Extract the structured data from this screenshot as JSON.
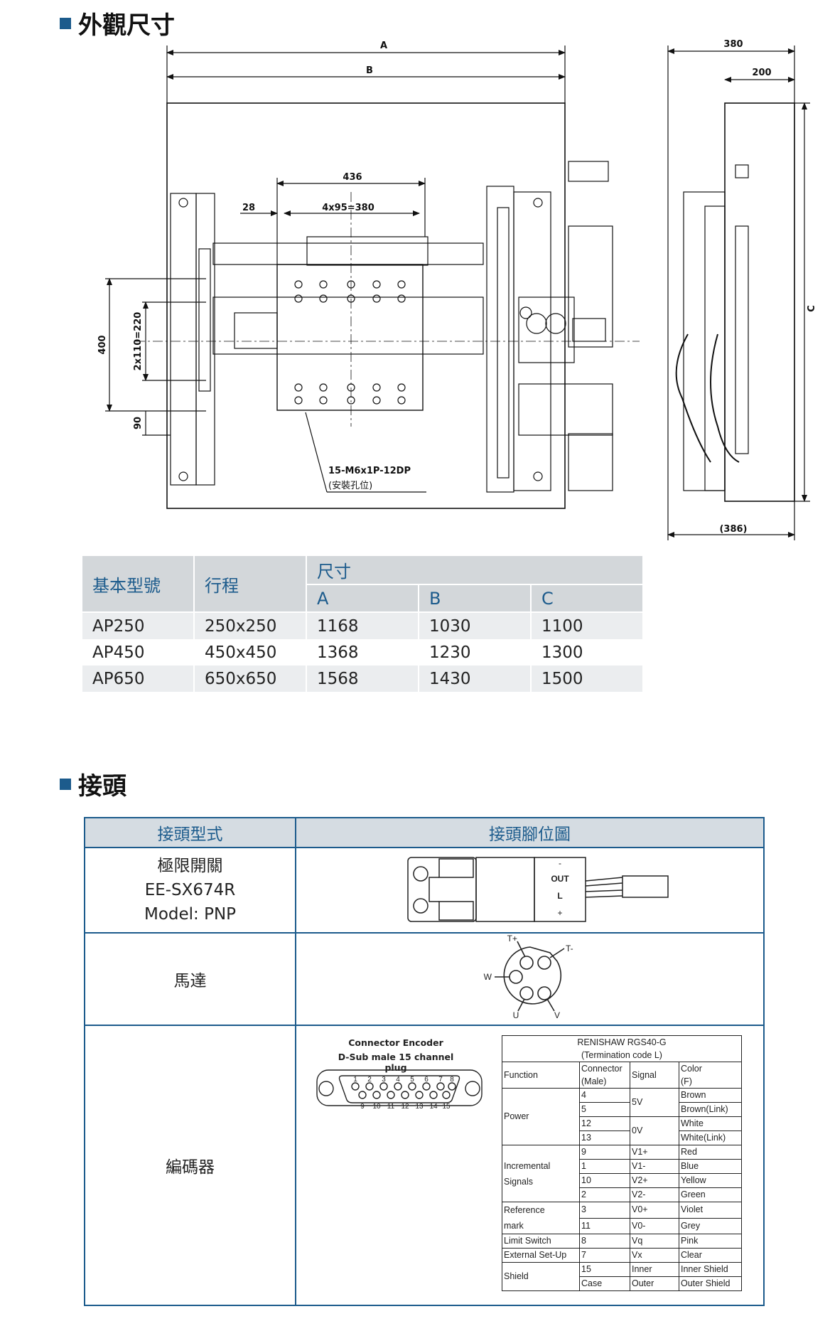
{
  "sections": {
    "dimensions_title": "外觀尺寸",
    "connector_title": "接頭"
  },
  "drawing": {
    "dim_A": "A",
    "dim_B": "B",
    "dim_C": "C",
    "dim_380": "380",
    "dim_200": "200",
    "dim_386": "(386)",
    "dim_436": "436",
    "dim_28": "28",
    "dim_4x95": "4x95=380",
    "dim_400": "400",
    "dim_2x110": "2x110=220",
    "dim_90": "90",
    "hole_spec": "15-M6x1P-12DP",
    "hole_note": "(安裝孔位)"
  },
  "dimension_table": {
    "col_model": "基本型號",
    "col_stroke": "行程",
    "col_size": "尺寸",
    "col_a": "A",
    "col_b": "B",
    "col_c": "C",
    "rows": [
      {
        "model": "AP250",
        "stroke": "250x250",
        "a": "1168",
        "b": "1030",
        "c": "1100"
      },
      {
        "model": "AP450",
        "stroke": "450x450",
        "a": "1368",
        "b": "1230",
        "c": "1300"
      },
      {
        "model": "AP650",
        "stroke": "650x650",
        "a": "1568",
        "b": "1430",
        "c": "1500"
      }
    ]
  },
  "connector_table": {
    "col_type": "接頭型式",
    "col_pinout": "接頭腳位圖",
    "limit_switch": {
      "line1": "極限開關",
      "line2": "EE-SX674R",
      "line3": "Model: PNP"
    },
    "limit_labels": {
      "minus": "-",
      "out": "OUT",
      "l": "L",
      "plus": "+"
    },
    "motor": "馬達",
    "motor_labels": {
      "t_plus": "T+",
      "t_minus": "T-",
      "w": "W",
      "u": "U",
      "v": "V"
    },
    "encoder": "編碼器",
    "dsub_caption_1": "Connector Encoder",
    "dsub_caption_2": "D-Sub male 15 channel plug",
    "dsub_top_pins": [
      "1",
      "2",
      "3",
      "4",
      "5",
      "6",
      "7",
      "8"
    ],
    "dsub_bottom_pins": [
      "9",
      "10",
      "11",
      "12",
      "13",
      "14",
      "15"
    ]
  },
  "encoder_table": {
    "title_1": "RENISHAW RGS40-G",
    "title_2": "(Termination code L)",
    "h_function": "Function",
    "h_connector_1": "Connector",
    "h_connector_2": "(Male)",
    "h_signal": "Signal",
    "h_color_1": "Color",
    "h_color_2": "(F)",
    "groups": {
      "power": "Power",
      "incremental_1": "Incremental",
      "incremental_2": "Signals",
      "reference_1": "Reference",
      "reference_2": "mark",
      "limit": "Limit Switch",
      "external": "External Set-Up",
      "shield": "Shield"
    },
    "rows": [
      {
        "pin": "4",
        "signal": "5V",
        "color": "Brown"
      },
      {
        "pin": "5",
        "signal": "",
        "color": "Brown(Link)"
      },
      {
        "pin": "12",
        "signal": "0V",
        "color": "White"
      },
      {
        "pin": "13",
        "signal": "",
        "color": "White(Link)"
      },
      {
        "pin": "9",
        "signal": "V1+",
        "color": "Red"
      },
      {
        "pin": "1",
        "signal": "V1-",
        "color": "Blue"
      },
      {
        "pin": "10",
        "signal": "V2+",
        "color": "Yellow"
      },
      {
        "pin": "2",
        "signal": "V2-",
        "color": "Green"
      },
      {
        "pin": "3",
        "signal": "V0+",
        "color": "Violet"
      },
      {
        "pin": "11",
        "signal": "V0-",
        "color": "Grey"
      },
      {
        "pin": "8",
        "signal": "Vq",
        "color": "Pink"
      },
      {
        "pin": "7",
        "signal": "Vx",
        "color": "Clear"
      },
      {
        "pin": "15",
        "signal": "Inner",
        "color": "Inner Shield"
      },
      {
        "pin": "Case",
        "signal": "Outer",
        "color": "Outer Shield"
      }
    ]
  },
  "colors": {
    "accent": "#1c5b8c",
    "header_bg": "#d3d7da",
    "row_stripe": "#ebedef"
  }
}
